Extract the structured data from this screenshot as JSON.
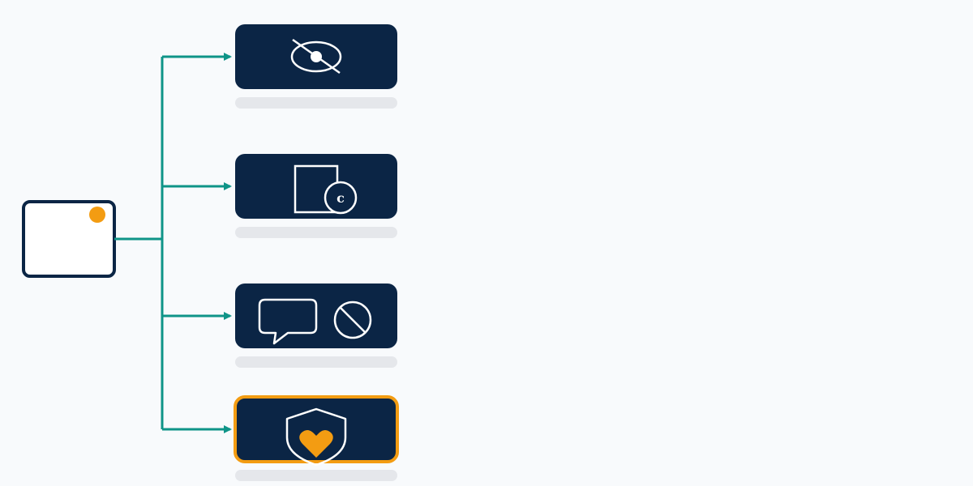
{
  "colors": {
    "background": "#f8fafc",
    "node_fill": "#0b2545",
    "node_stroke_source": "#0b2545",
    "connector": "#0f9488",
    "accent": "#f39c12",
    "icon_stroke": "#ffffff",
    "caption_bar": "#e5e7eb"
  },
  "source_node": {
    "icon": "window-with-notification-dot-icon"
  },
  "cards": [
    {
      "name": "card-hidden",
      "icon": "eye-slash-icon",
      "highlighted": false
    },
    {
      "name": "card-copyright",
      "icon": "document-copyright-icon",
      "highlighted": false
    },
    {
      "name": "card-no-comments",
      "icon": "speech-bubble-blocked-icon",
      "highlighted": false
    },
    {
      "name": "card-safety",
      "icon": "shield-heart-icon",
      "highlighted": true
    }
  ],
  "copyright_symbol": "c"
}
